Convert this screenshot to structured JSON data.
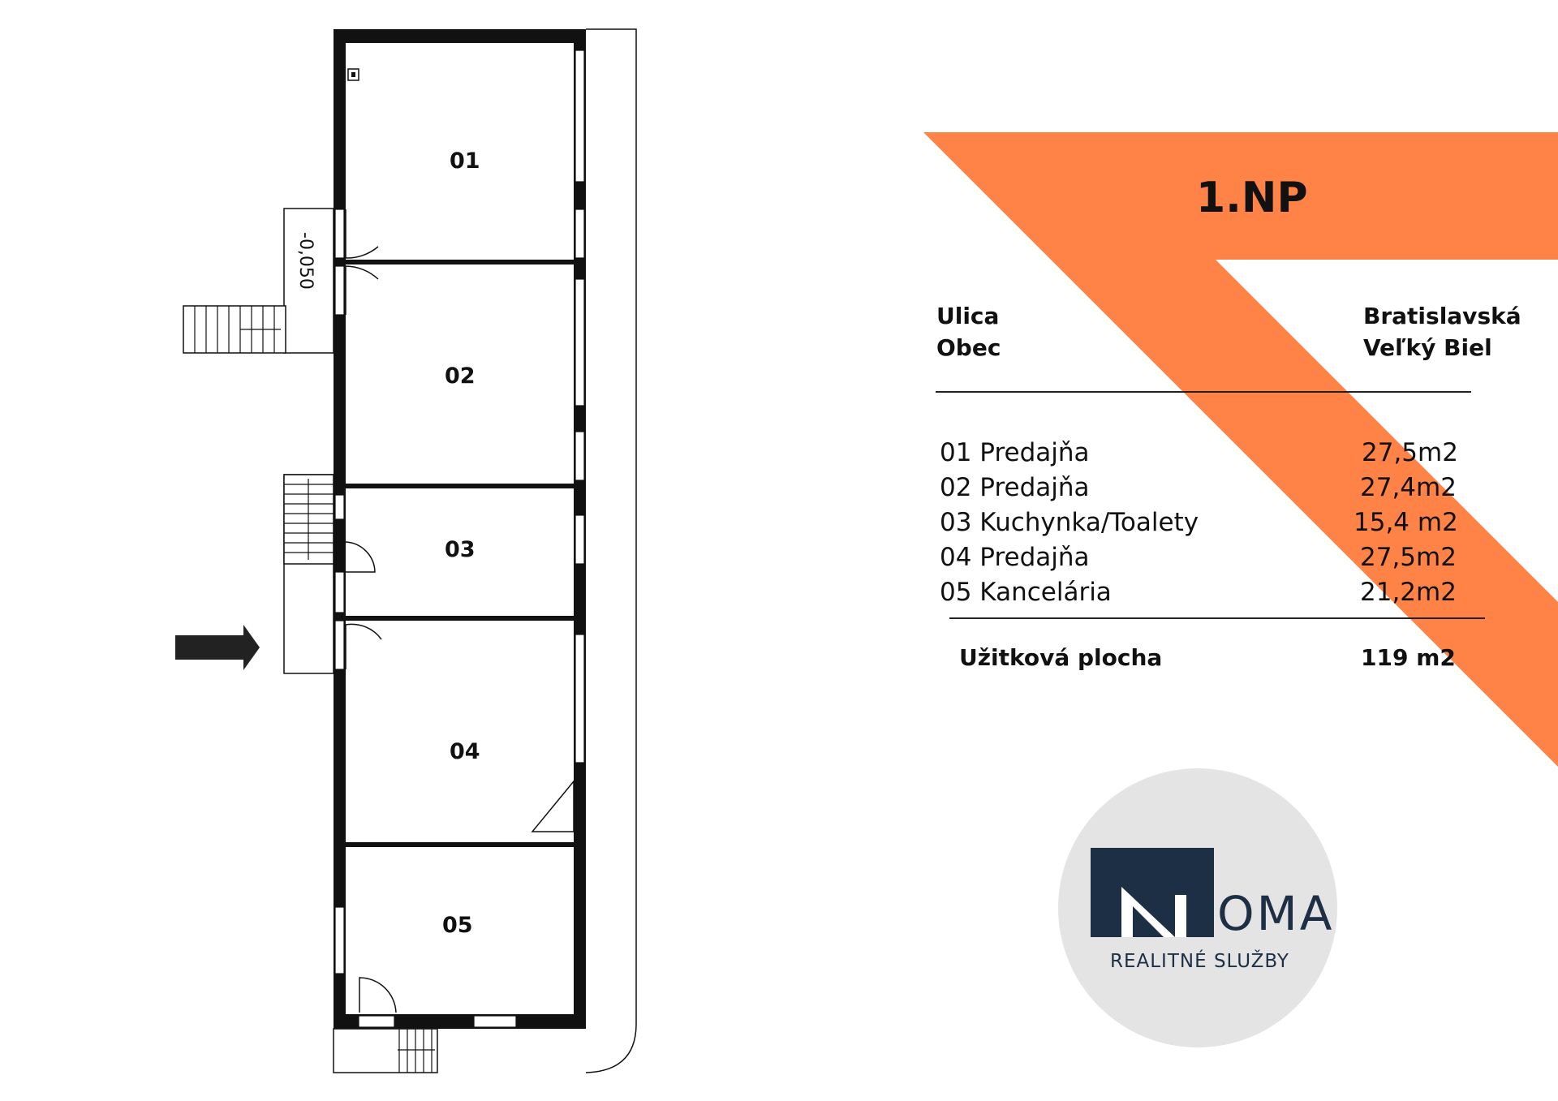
{
  "plan": {
    "rooms": [
      "01",
      "02",
      "03",
      "04",
      "05"
    ],
    "level_mark": "-0,050"
  },
  "panel": {
    "title": "1.NP",
    "street_label": "Ulica",
    "street_value": "Bratislavská",
    "town_label": "Obec",
    "town_value": "Veľký Biel",
    "rooms": [
      {
        "name": "01 Predajňa",
        "area": "27,5m2"
      },
      {
        "name": "02 Predajňa",
        "area": "27,4m2"
      },
      {
        "name": "03 Kuchynka/Toalety",
        "area": "15,4 m2"
      },
      {
        "name": "04 Predajňa",
        "area": "27,5m2"
      },
      {
        "name": "05 Kancelária",
        "area": "21,2m2"
      }
    ],
    "total_label": "Užitková plocha",
    "total_value": "119 m2"
  },
  "logo": {
    "wordmark": "OMA",
    "tagline": "REALITNÉ SLUŽBY"
  },
  "colors": {
    "accent": "#FF8347",
    "logo_navy": "#1D2F45",
    "logo_circle": "#E4E4E4"
  },
  "icons": {
    "entrance": "entrance-arrow-icon"
  }
}
